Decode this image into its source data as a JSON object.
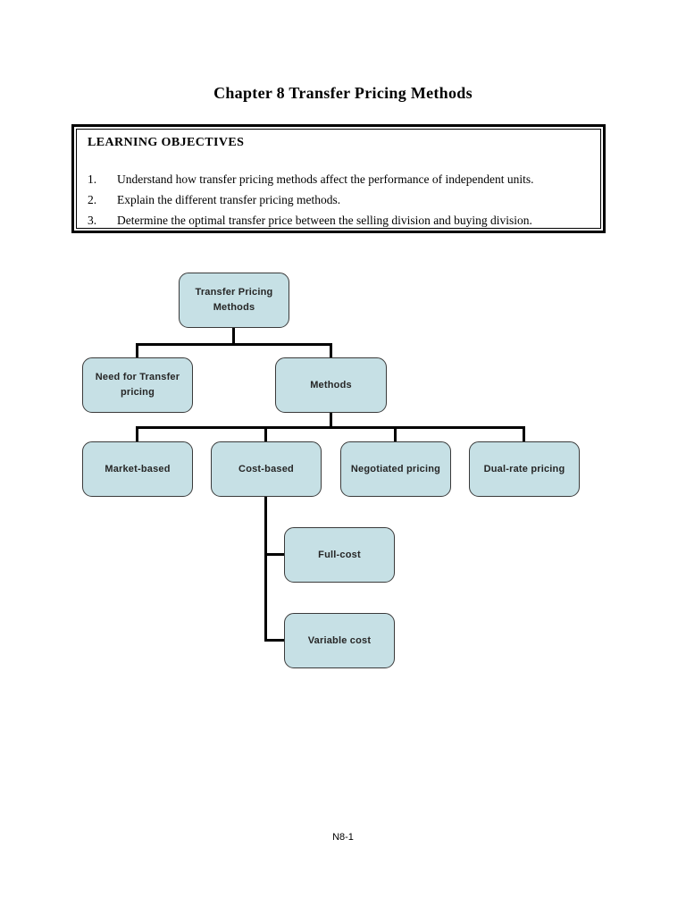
{
  "page": {
    "title": "Chapter 8 Transfer Pricing Methods",
    "footer": "N8-1",
    "background": "#ffffff"
  },
  "objectives": {
    "heading": "LEARNING OBJECTIVES",
    "items": [
      {
        "num": "1.",
        "text": "Understand how transfer pricing methods affect the performance of independent units."
      },
      {
        "num": "2.",
        "text": "Explain the different transfer pricing methods."
      },
      {
        "num": "3.",
        "text": "Determine the optimal transfer price between the selling division and buying division."
      }
    ]
  },
  "diagram": {
    "type": "org-chart",
    "node_fill": "#c6e0e5",
    "node_border": "#3a3a3a",
    "connector_color": "#000000",
    "nodes": [
      {
        "id": "root",
        "label": "Transfer Pricing Methods",
        "parent": null
      },
      {
        "id": "need",
        "label": "Need for Transfer pricing",
        "parent": "root"
      },
      {
        "id": "methods",
        "label": "Methods",
        "parent": "root"
      },
      {
        "id": "market",
        "label": "Market-based",
        "parent": "methods"
      },
      {
        "id": "cost",
        "label": "Cost-based",
        "parent": "methods"
      },
      {
        "id": "nego",
        "label": "Negotiated pricing",
        "parent": "methods"
      },
      {
        "id": "dual",
        "label": "Dual-rate pricing",
        "parent": "methods"
      },
      {
        "id": "full",
        "label": "Full-cost",
        "parent": "cost"
      },
      {
        "id": "var",
        "label": "Variable cost",
        "parent": "cost"
      }
    ]
  }
}
